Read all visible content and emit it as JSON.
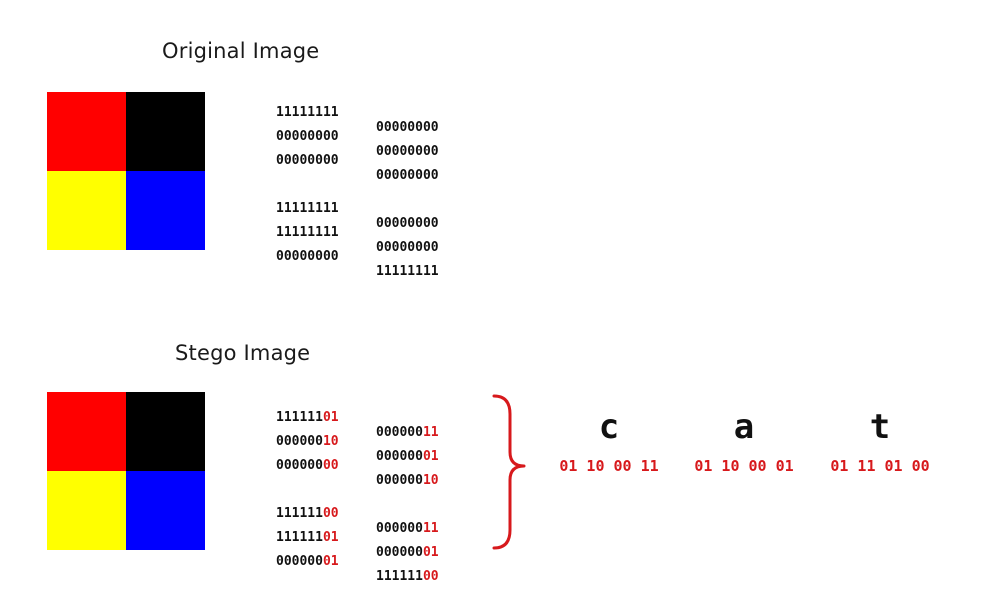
{
  "original": {
    "title": "Original Image",
    "grid_colors": [
      "#ff0000",
      "#000000",
      "#ffff00",
      "#0000ff"
    ],
    "rows": [
      [
        "11111111",
        "00000000"
      ],
      [
        "00000000",
        "00000000"
      ],
      [
        "00000000",
        "00000000"
      ],
      [
        "11111111",
        "00000000"
      ],
      [
        "11111111",
        "00000000"
      ],
      [
        "00000000",
        "11111111"
      ]
    ]
  },
  "stego": {
    "title": "Stego Image",
    "grid_colors": [
      "#ff0000",
      "#000000",
      "#ffff00",
      "#0000ff"
    ],
    "rows": [
      [
        {
          "prefix": "111111",
          "lsb": "01"
        },
        {
          "prefix": "000000",
          "lsb": "11"
        }
      ],
      [
        {
          "prefix": "000000",
          "lsb": "10"
        },
        {
          "prefix": "000000",
          "lsb": "01"
        }
      ],
      [
        {
          "prefix": "000000",
          "lsb": "00"
        },
        {
          "prefix": "000000",
          "lsb": "10"
        }
      ],
      [
        {
          "prefix": "111111",
          "lsb": "00"
        },
        {
          "prefix": "000000",
          "lsb": "11"
        }
      ],
      [
        {
          "prefix": "111111",
          "lsb": "01"
        },
        {
          "prefix": "000000",
          "lsb": "01"
        }
      ],
      [
        {
          "prefix": "000000",
          "lsb": "01"
        },
        {
          "prefix": "111111",
          "lsb": "00"
        }
      ]
    ],
    "brace_color": "#d7191c"
  },
  "message": [
    {
      "letter": "c",
      "code": "01 10 00 11"
    },
    {
      "letter": "a",
      "code": "01 10 00 01"
    },
    {
      "letter": "t",
      "code": "01 11 01 00"
    }
  ],
  "highlight_color": "#d7191c"
}
